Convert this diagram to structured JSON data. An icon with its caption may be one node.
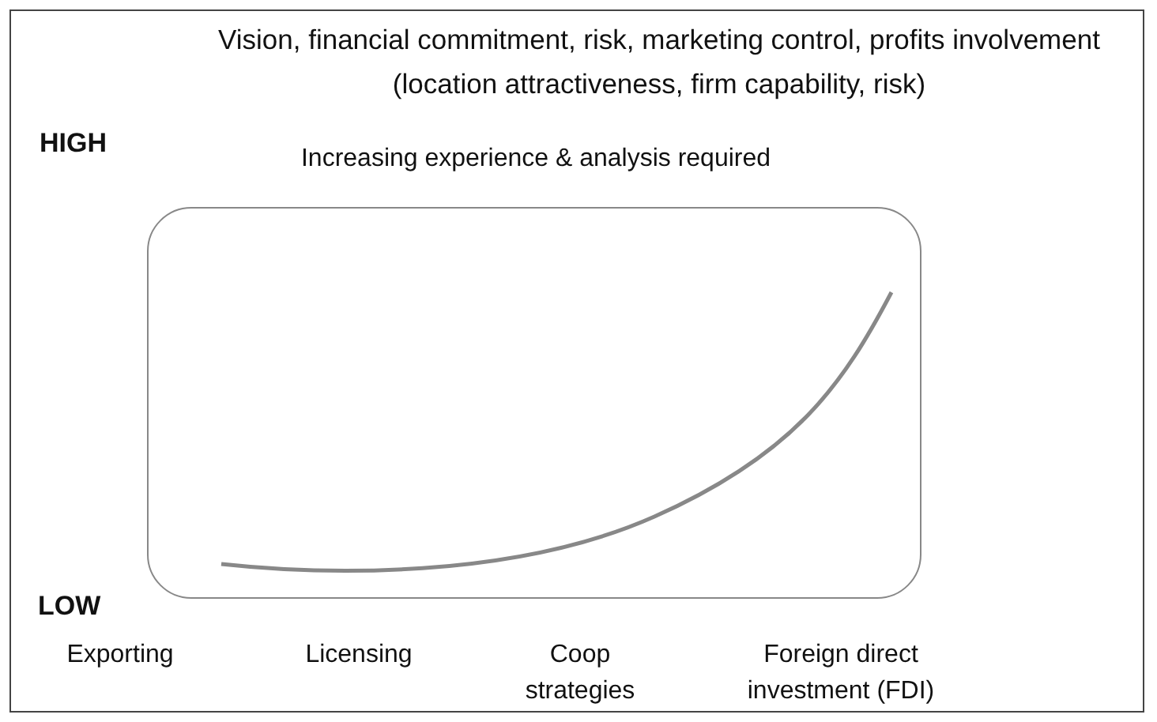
{
  "diagram": {
    "title": "Vision, financial commitment, risk, marketing control, profits involvement (location attractiveness, firm capability, risk)",
    "nodes": [
      {
        "text": [
          "Increasing experience & analysis required"
        ]
      }
    ],
    "labels": [
      "HIGH",
      "LOW",
      "Exporting",
      "Licensing",
      "Coop strategies",
      "Foreign direct investment (FDI)"
    ]
  }
}
